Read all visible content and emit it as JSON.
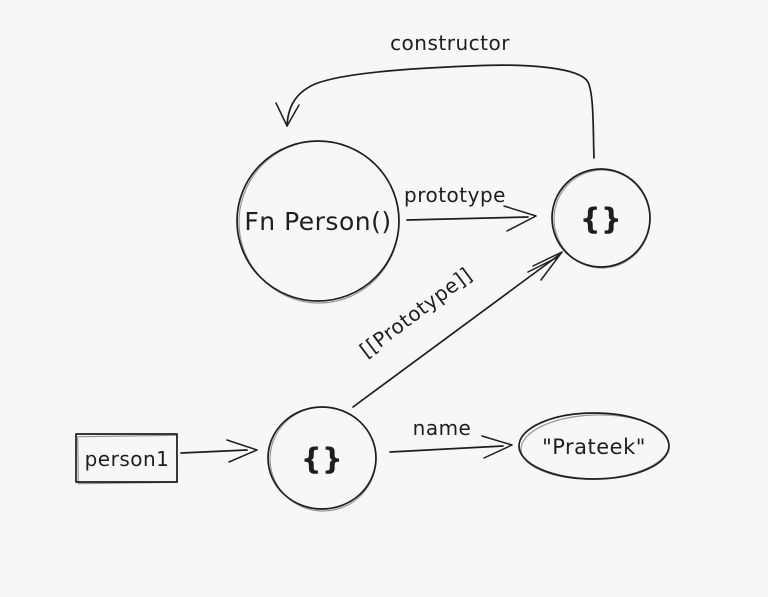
{
  "colors": {
    "background": "#f7f7f8",
    "stroke": "#1e1e1e"
  },
  "nodes": {
    "fn_person": {
      "label": "Fn Person()",
      "shape": "circle"
    },
    "prototype_obj": {
      "label": "{}",
      "shape": "circle"
    },
    "person1": {
      "label": "person1",
      "shape": "rectangle"
    },
    "person1_obj": {
      "label": "{}",
      "shape": "circle"
    },
    "name_value": {
      "label": "\"Prateek\"",
      "shape": "ellipse"
    }
  },
  "edges": {
    "constructor": {
      "label": "constructor",
      "from": "prototype_obj",
      "to": "fn_person"
    },
    "prototype": {
      "label": "prototype",
      "from": "fn_person",
      "to": "prototype_obj"
    },
    "proto_link": {
      "label": "[[Prototype]]",
      "from": "person1_obj",
      "to": "prototype_obj"
    },
    "person1_ref": {
      "from": "person1",
      "to": "person1_obj"
    },
    "name": {
      "label": "name",
      "from": "person1_obj",
      "to": "name_value"
    }
  }
}
